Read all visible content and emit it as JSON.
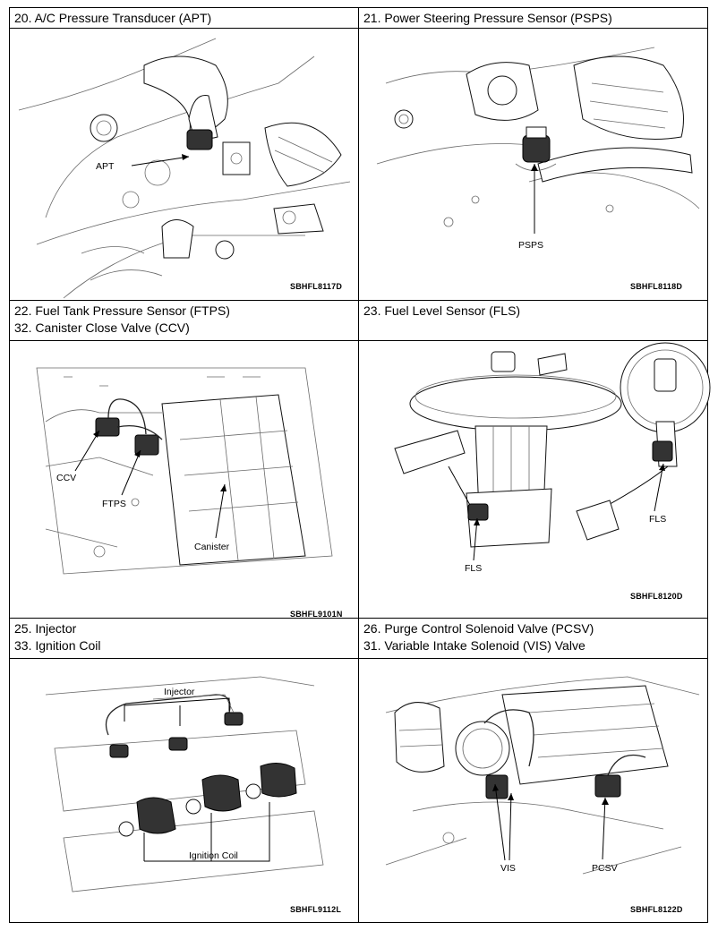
{
  "cells": [
    {
      "title_lines": [
        "20. A/C Pressure Transducer (APT)"
      ],
      "code": "SBHFL8117D",
      "labels": [
        "APT"
      ]
    },
    {
      "title_lines": [
        "21. Power Steering Pressure Sensor (PSPS)"
      ],
      "code": "SBHFL8118D",
      "labels": [
        "PSPS"
      ]
    },
    {
      "title_lines": [
        "22. Fuel Tank Pressure Sensor (FTPS)",
        "32. Canister Close Valve (CCV)"
      ],
      "code": "SBHFL9101N",
      "labels": [
        "CCV",
        "FTPS",
        "Canister"
      ]
    },
    {
      "title_lines": [
        "23. Fuel Level Sensor (FLS)"
      ],
      "code": "SBHFL8120D",
      "labels": [
        "FLS",
        "FLS"
      ]
    },
    {
      "title_lines": [
        "25. Injector",
        "33. Ignition Coil"
      ],
      "code": "SBHFL9112L",
      "labels": [
        "Injector",
        "Ignition Coil"
      ]
    },
    {
      "title_lines": [
        "26. Purge Control Solenoid Valve (PCSV)",
        "31. Variable Intake Solenoid (VIS) Valve"
      ],
      "code": "SBHFL8122D",
      "labels": [
        "VIS",
        "PCSV"
      ]
    }
  ]
}
